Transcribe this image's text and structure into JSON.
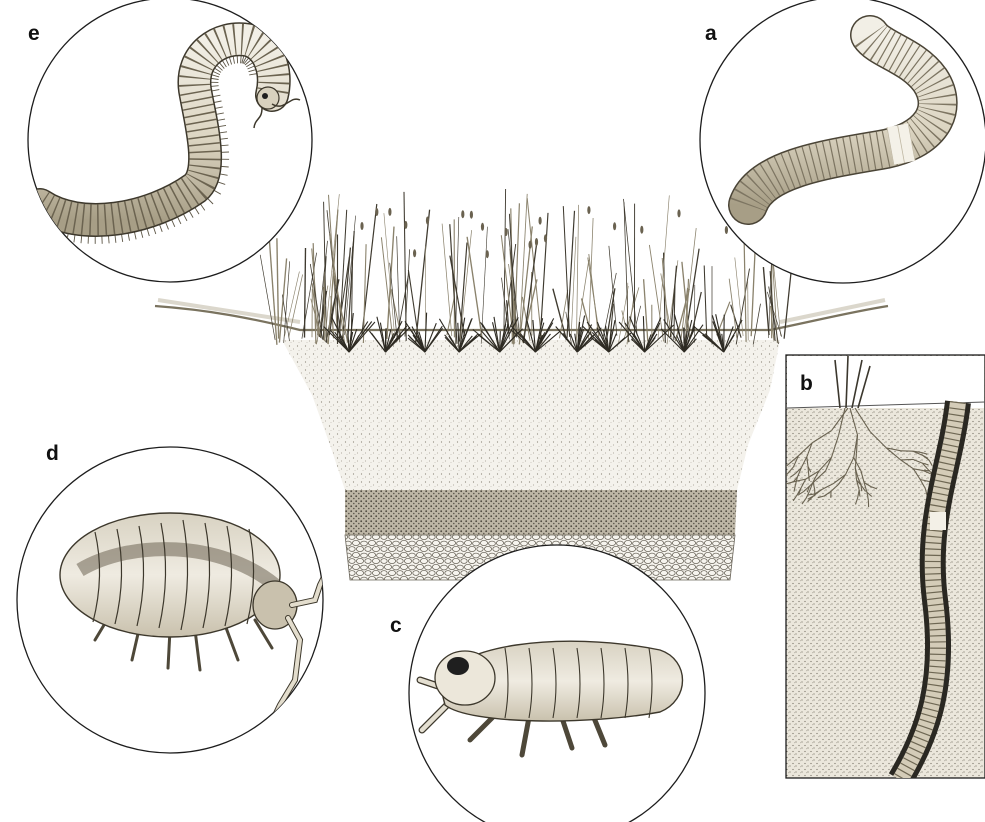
{
  "panels": [
    {
      "id": "a",
      "label": "a",
      "icon": "earthworm-icon"
    },
    {
      "id": "b",
      "label": "b",
      "icon": "earthworm-burrow-with-roots-icon"
    },
    {
      "id": "c",
      "label": "c",
      "icon": "springtail-icon"
    },
    {
      "id": "d",
      "label": "d",
      "icon": "woodlouse-icon"
    },
    {
      "id": "e",
      "label": "e",
      "icon": "millipede-icon"
    }
  ],
  "center": {
    "icon": "soil-profile-with-grass-icon"
  },
  "colors": {
    "ink": "#2b2a25",
    "sepia_light": "#e9e4d6",
    "sepia_mid": "#cfc6ad",
    "sepia_dark": "#6f6650",
    "soil_speckle": "#7a7466",
    "gravel": "#8e877a"
  }
}
